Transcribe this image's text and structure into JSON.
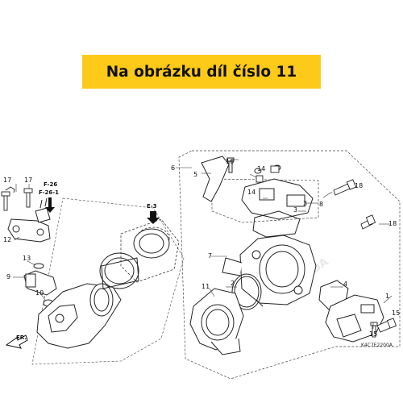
{
  "banner": {
    "text": "Na obrázku díl číslo 11",
    "bg_color": "#fdca1a"
  },
  "labels": {
    "l1": "1",
    "l3a": "3",
    "l3b": "3",
    "l4": "4",
    "l5": "5",
    "l6": "6",
    "l7": "7",
    "l8": "8",
    "l9": "9",
    "l10": "10",
    "l11": "11",
    "l12": "12",
    "l13": "13",
    "l14a": "14",
    "l14b": "14",
    "l15a": "15",
    "l15b": "15",
    "l16": "16",
    "l17a": "17",
    "l17b": "17",
    "l18a": "18",
    "l18b": "18"
  },
  "refs": {
    "f26": "F-26",
    "f261": "F-26-1",
    "e3": "E-3",
    "fr": "FR."
  },
  "diagram_code": "K4C7E2200A",
  "watermark": "HONDA",
  "icons": [
    "front-arrow-icon",
    "reference-arrow-icon"
  ]
}
